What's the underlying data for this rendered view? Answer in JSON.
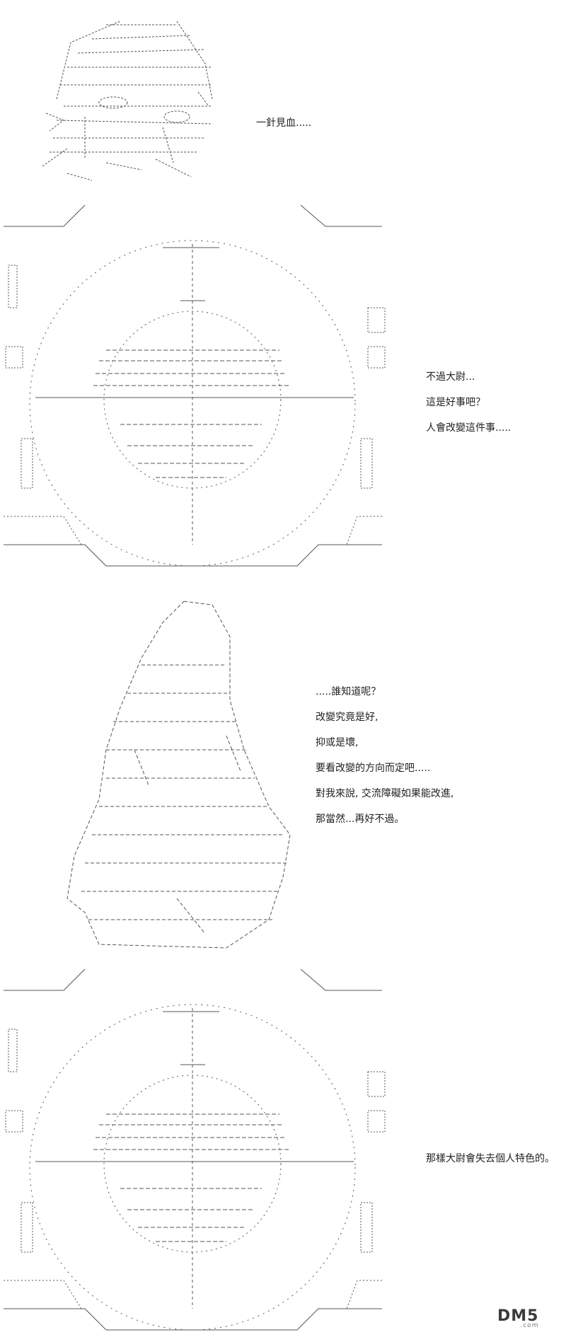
{
  "panel1": {
    "lines": [
      "一針見血....."
    ]
  },
  "panel2": {
    "lines": [
      "不過大尉...",
      "這是好事吧？",
      "人會改變這件事....."
    ]
  },
  "panel3": {
    "lines": [
      ".....誰知道呢？",
      "改變究竟是好,",
      "抑或是壞,",
      "要看改變的方向而定吧.....",
      "對我來說, 交流障礙如果能改進,",
      "那當然...再好不過。"
    ]
  },
  "panel4": {
    "lines": [
      "那樣大尉會失去個人特色的。"
    ]
  },
  "watermark": {
    "logo": "DM5",
    "sub": ".com"
  }
}
